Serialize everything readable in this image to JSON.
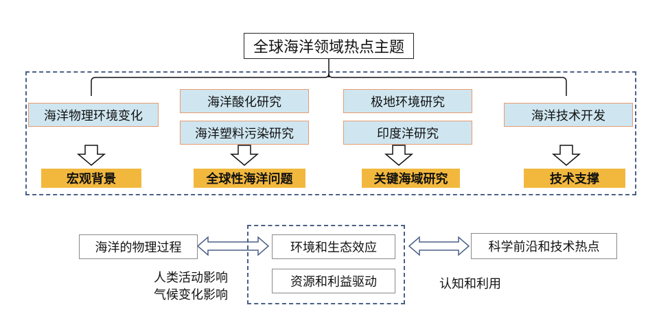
{
  "title": "全球海洋领域热点主题",
  "columns": [
    {
      "topics": [
        "海洋物理环境变化"
      ],
      "category": "宏观背景"
    },
    {
      "topics": [
        "海洋酸化研究",
        "海洋塑料污染研究"
      ],
      "category": "全球性海洋问题"
    },
    {
      "topics": [
        "极地环境研究",
        "印度洋研究"
      ],
      "category": "关键海域研究"
    },
    {
      "topics": [
        "海洋技术开发"
      ],
      "category": "技术支撑"
    }
  ],
  "bottom": {
    "left_box": "海洋的物理过程",
    "center_items": [
      "环境和生态效应",
      "资源和利益驱动"
    ],
    "right_box": "科学前沿和技术热点",
    "left_notes": [
      "人类活动影响",
      "气候变化影响"
    ],
    "right_note": "认知和利用"
  }
}
